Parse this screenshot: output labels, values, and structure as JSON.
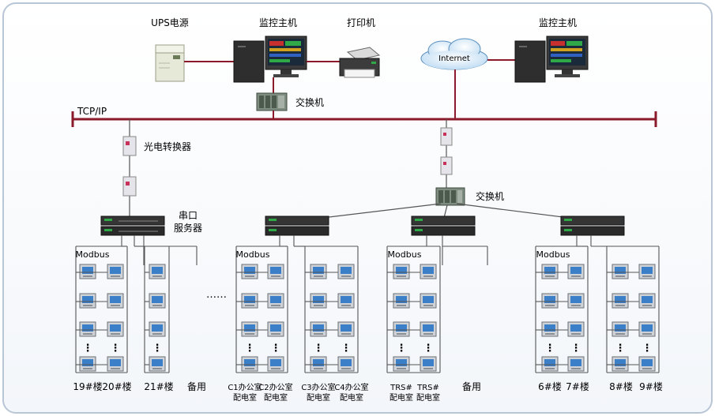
{
  "top": {
    "ups_label": "UPS电源",
    "monitor_label_left": "监控主机",
    "printer_label": "打印机",
    "monitor_label_right": "监控主机",
    "internet_label": "Internet",
    "switch_label_top": "交换机"
  },
  "bus": {
    "label": "TCP/IP",
    "color": "#8b1a2a"
  },
  "left_branch": {
    "converter_label": "光电转换器",
    "server_label_1": "串口",
    "server_label_2": "服务器"
  },
  "mid_branch": {
    "switch_label": "交换机"
  },
  "modbus_label": "Modbus",
  "ellipsis": "……",
  "vdots": "⋮",
  "groups": {
    "g1": {
      "labels": [
        "19#楼",
        "20#楼",
        "21#楼",
        "备用"
      ]
    },
    "g2": {
      "labels": [
        [
          "C1办公室",
          "配电室"
        ],
        [
          "C2办公室",
          "配电室"
        ],
        [
          "C3办公室",
          "配电室"
        ],
        [
          "C4办公室",
          "配电室"
        ]
      ]
    },
    "g3": {
      "labels": [
        [
          "TRS#",
          "配电室"
        ],
        [
          "TRS#",
          "配电室"
        ],
        "备用"
      ]
    },
    "g4": {
      "labels": [
        "6#楼",
        "7#楼",
        "8#楼",
        "9#楼"
      ]
    }
  },
  "colors": {
    "frame": "#b9c6d6",
    "wire": "#555555",
    "bus": "#8b1a2a",
    "meter_screen": "#3a7fc7"
  }
}
